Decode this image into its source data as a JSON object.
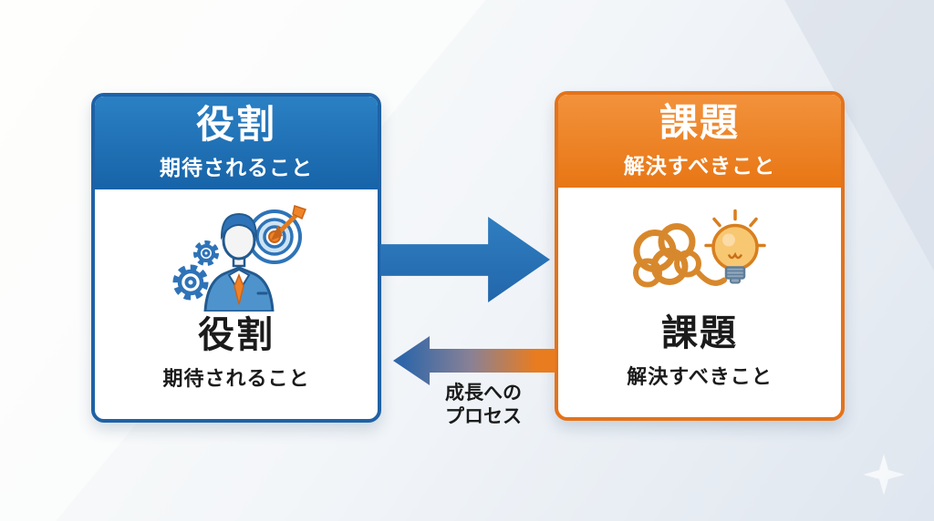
{
  "diagram": {
    "role_card": {
      "header_title": "役割",
      "header_subtitle": "期待されること",
      "body_title": "役割",
      "body_subtitle": "期待されること",
      "accent_color": "#1f62a6",
      "header_gradient_top": "#2b80c4",
      "header_gradient_bottom": "#1763a8",
      "icon": "businessman-gears-target-icon"
    },
    "issue_card": {
      "header_title": "課題",
      "header_subtitle": "解決すべきこと",
      "body_title": "課題",
      "body_subtitle": "解決すべきこと",
      "accent_color": "#e4731a",
      "header_gradient_top": "#f2923c",
      "header_gradient_bottom": "#e87614",
      "icon": "tangled-knot-lightbulb-icon"
    },
    "forward_arrow": {
      "direction": "right",
      "color": "#2471b5"
    },
    "return_arrow": {
      "direction": "left",
      "gradient_left": "#2f66a8",
      "gradient_right": "#e87c1f",
      "label_line1": "成長への",
      "label_line2": "プロセス"
    },
    "text_color": "#1b1b1b"
  }
}
